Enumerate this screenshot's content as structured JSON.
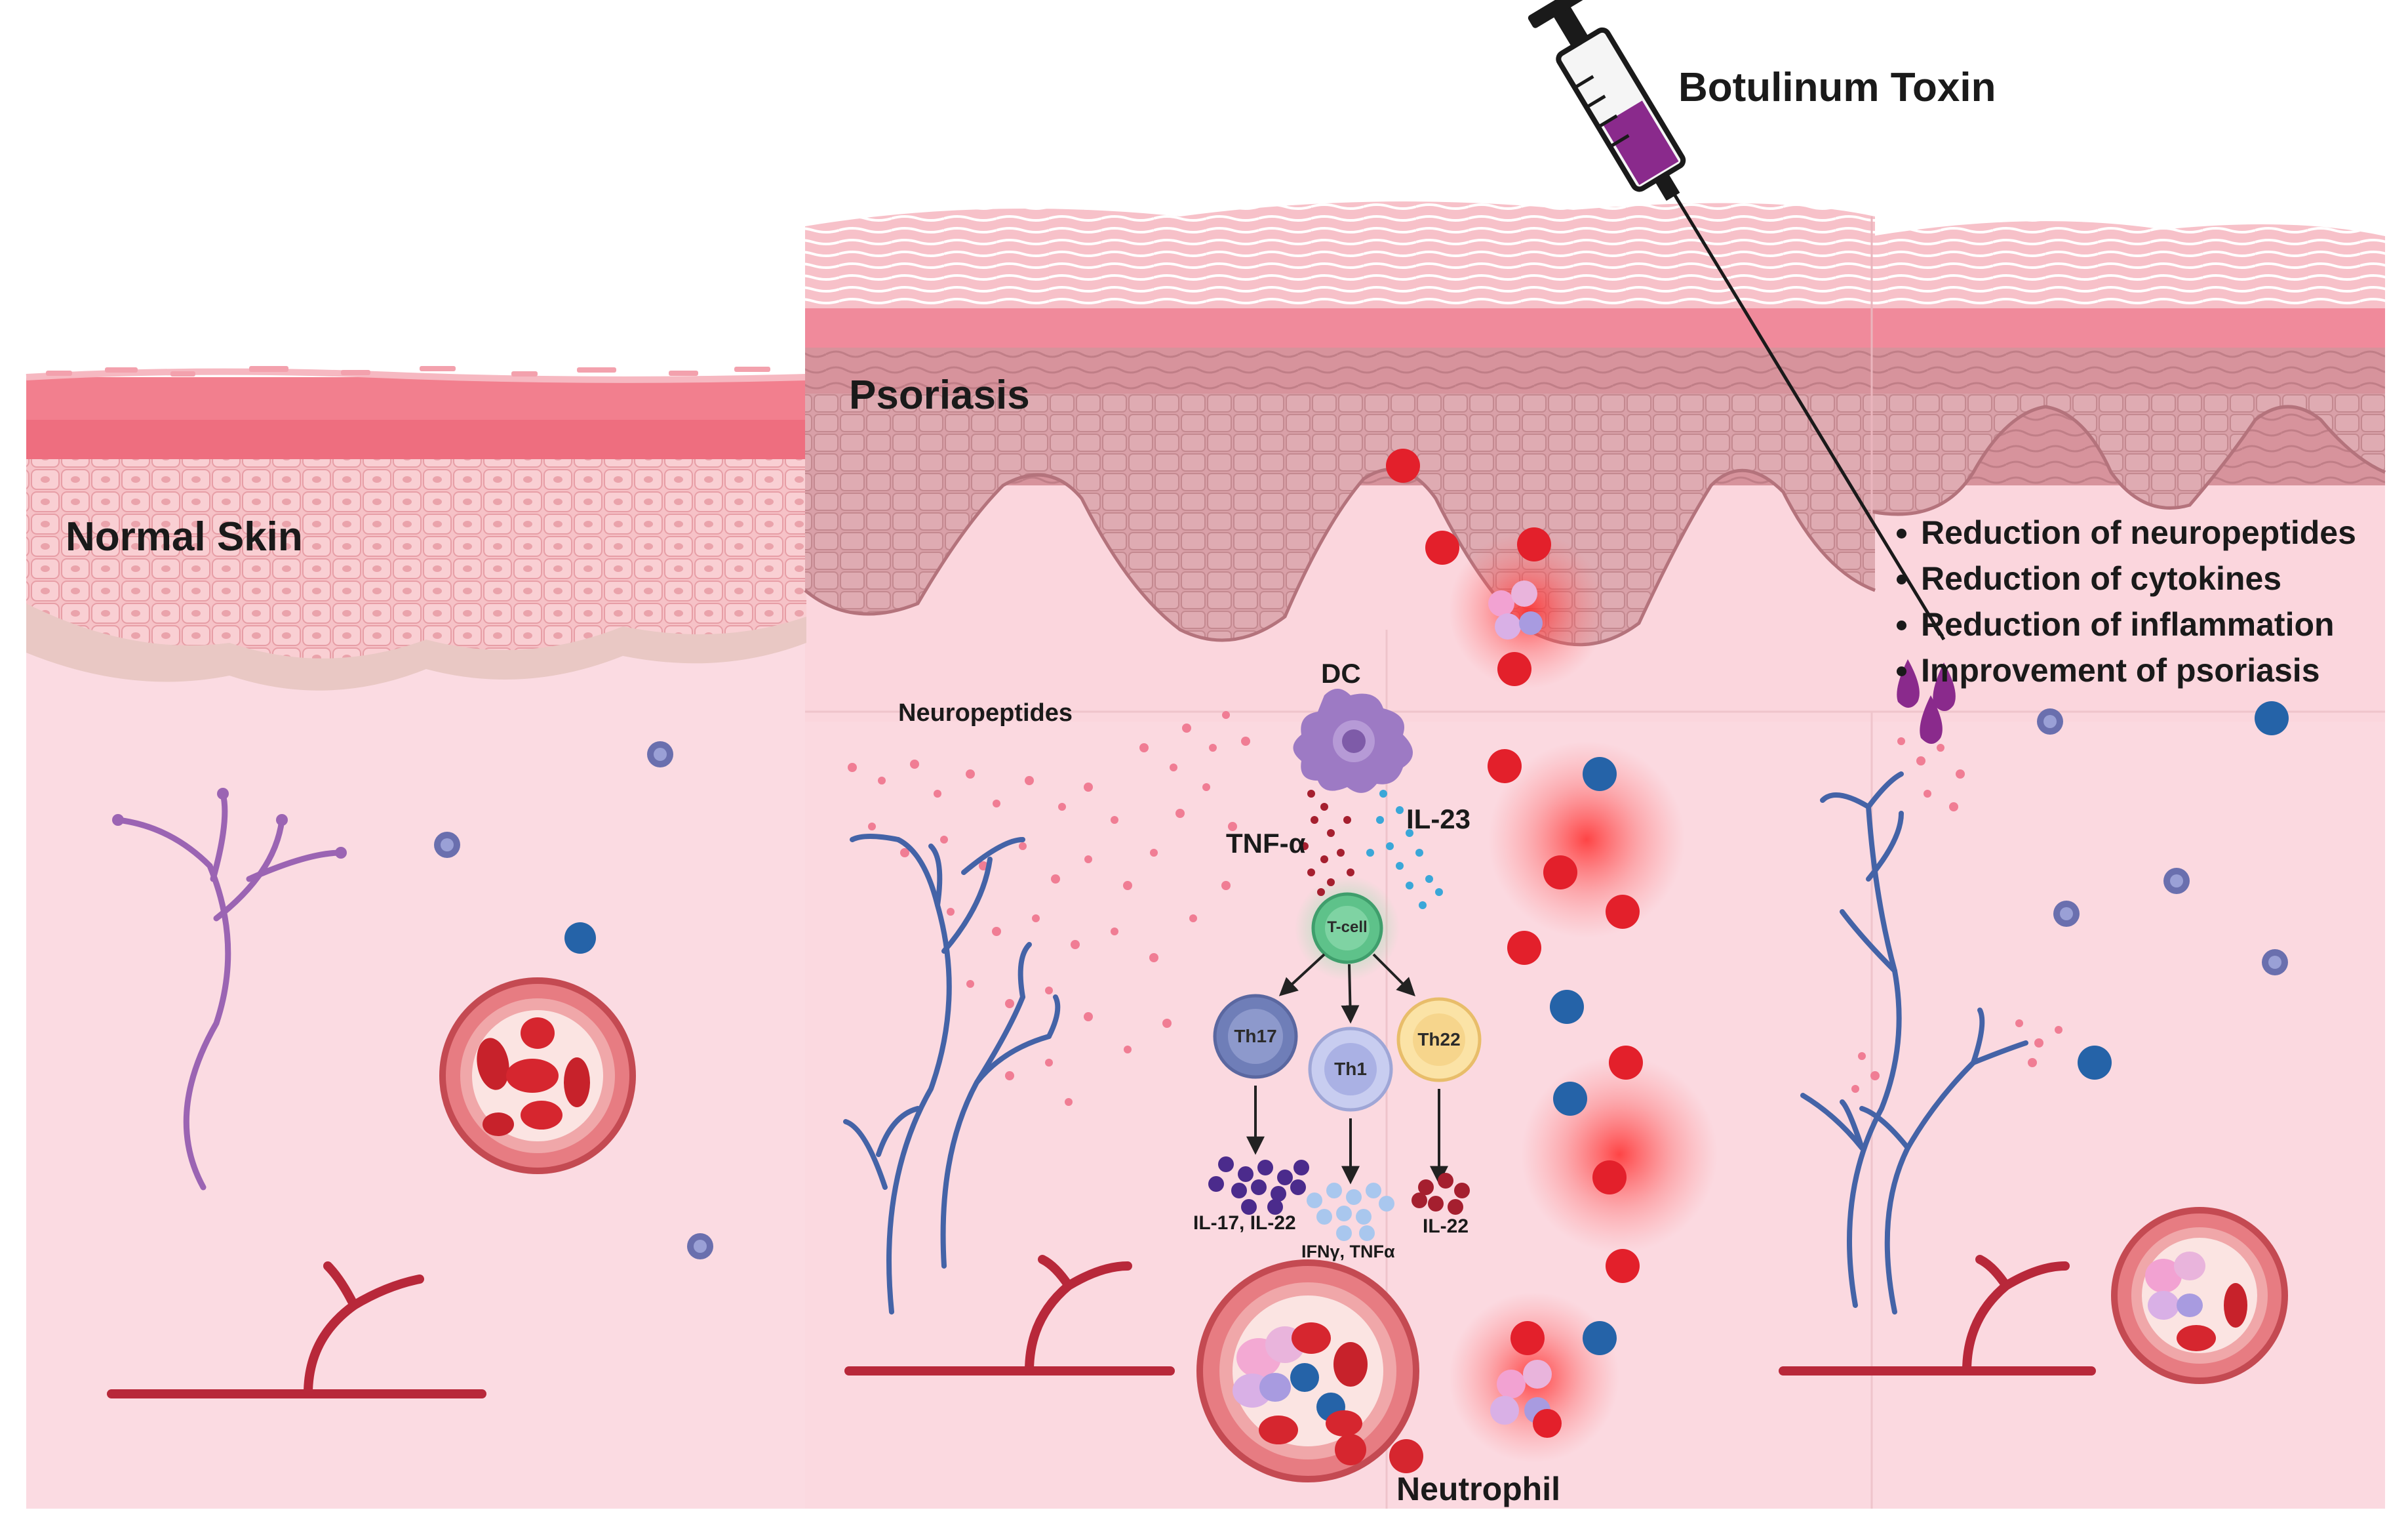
{
  "panels": {
    "normal": {
      "title": "Normal Skin"
    },
    "psoriasis": {
      "title": "Psoriasis"
    },
    "treatment": {
      "title": "Botulinum Toxin",
      "effects": [
        "Reduction of neuropeptides",
        "Reduction of cytokines",
        "Reduction of inflammation",
        "Improvement of psoriasis"
      ]
    }
  },
  "labels": {
    "neuropeptides": "Neuropeptides",
    "dc": "DC",
    "tnf_alpha": "TNF-α",
    "il23": "IL-23",
    "tcell": "T-cell",
    "th17": "Th17",
    "th1": "Th1",
    "th22": "Th22",
    "th17_output": "IL-17, IL-22",
    "th1_output": "IFNγ, TNFα",
    "th22_output": "IL-22",
    "neutrophil": "Neutrophil"
  },
  "colors": {
    "dermis": "#fbdbe2",
    "epidermis_normal": "#f4b3ba",
    "epidermis_psoriasis": "#d99aa2",
    "stratum_corneum": "#f19aa8",
    "nerve_normal": "#9b64b3",
    "nerve_psoriasis": "#4463a7",
    "vessel": "#b8283a",
    "rbc": "#d6262f",
    "immune_blue": "#2563a8",
    "tcell": "#5ec28a",
    "th17": "#6f7eb8",
    "th1": "#bfc4ea",
    "th22": "#f6d58c",
    "dc": "#9d7ac4",
    "toxin": "#8a2a8c"
  }
}
